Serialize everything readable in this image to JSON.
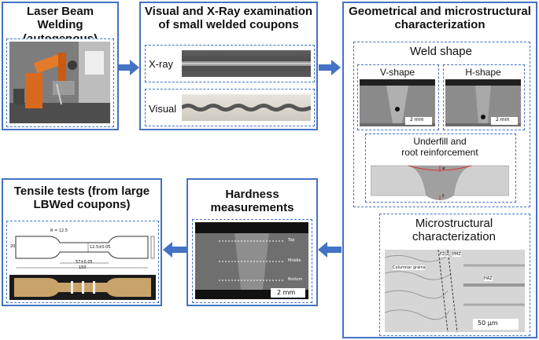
{
  "panels": {
    "lbw": {
      "title_line1": "Laser Beam Welding",
      "title_line2": "(autogenous)"
    },
    "xray": {
      "title_line1": "Visual and X-Ray examination",
      "title_line2": "of small welded coupons",
      "xray_label": "X-ray",
      "visual_label": "Visual"
    },
    "geo": {
      "title_line1": "Geometrical and microstructural",
      "title_line2": "characterization"
    },
    "weld_shape": {
      "title": "Weld shape",
      "v_label": "V-shape",
      "h_label": "H-shape",
      "scale": "2 mm"
    },
    "underfill": {
      "line1": "Underfill and",
      "line2": "root reinforcement",
      "mark_e": "e",
      "mark_f": "f"
    },
    "micro": {
      "title_line1": "Microstructural",
      "title_line2": "characterization",
      "columnar": "Columnar grains",
      "fzz": "FZ|Z",
      "pmz": "PMZ",
      "haz": "HAZ",
      "scale": "50 µm"
    },
    "hardness": {
      "title_line1": "Hardness",
      "title_line2": "measurements",
      "top": "Top",
      "middle": "Middle",
      "bottom": "Bottom",
      "scale": "2 mm"
    },
    "tensile": {
      "title_line1": "Tensile tests (from large",
      "title_line2": "LBWed coupons)",
      "r": "R = 12.5",
      "d1": "12.5±0.05",
      "d2": "57±0.05",
      "d3": "150",
      "d4": "20"
    }
  },
  "colors": {
    "border": "#4472c4",
    "arrow": "#4472c4"
  }
}
